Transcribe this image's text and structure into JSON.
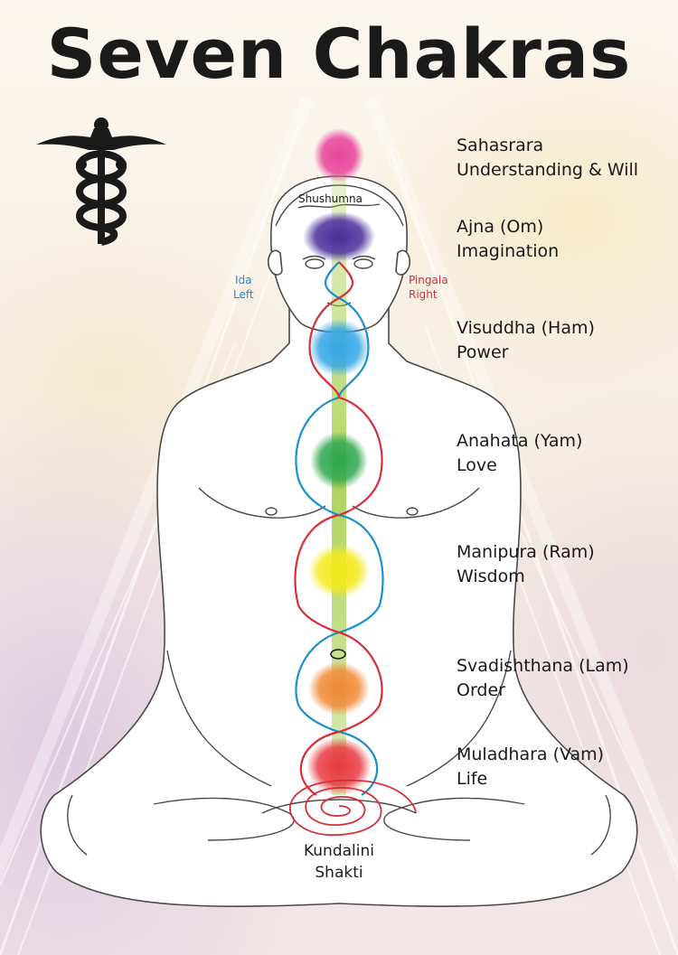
{
  "title": "Seven Chakras",
  "chakras": [
    {
      "name": "Sahasrara",
      "meaning": "Understanding & Will",
      "color": "#e8449a"
    },
    {
      "name": "Ajna (Om)",
      "meaning": "Imagination",
      "color": "#4a2e9a"
    },
    {
      "name": "Visuddha (Ham)",
      "meaning": "Power",
      "color": "#35a6e6"
    },
    {
      "name": "Anahata (Yam)",
      "meaning": "Love",
      "color": "#2fa84e"
    },
    {
      "name": "Manipura (Ram)",
      "meaning": "Wisdom",
      "color": "#f2ea1c"
    },
    {
      "name": "Svadishthana (Lam)",
      "meaning": "Order",
      "color": "#f08a36"
    },
    {
      "name": "Muladhara (Vam)",
      "meaning": "Life",
      "color": "#e83a3f"
    }
  ],
  "channels": {
    "shushumna": "Shushumna",
    "ida_name": "Ida",
    "ida_side": "Left",
    "pingala_name": "Pingala",
    "pingala_side": "Right",
    "ida_color": "#1a8fd0",
    "pingala_color": "#d62e3a",
    "shushumna_color": "#a6cf4e"
  },
  "base": {
    "line1": "Kundalini",
    "line2": "Shakti"
  },
  "icons": {
    "symbol": "caduceus-icon"
  }
}
